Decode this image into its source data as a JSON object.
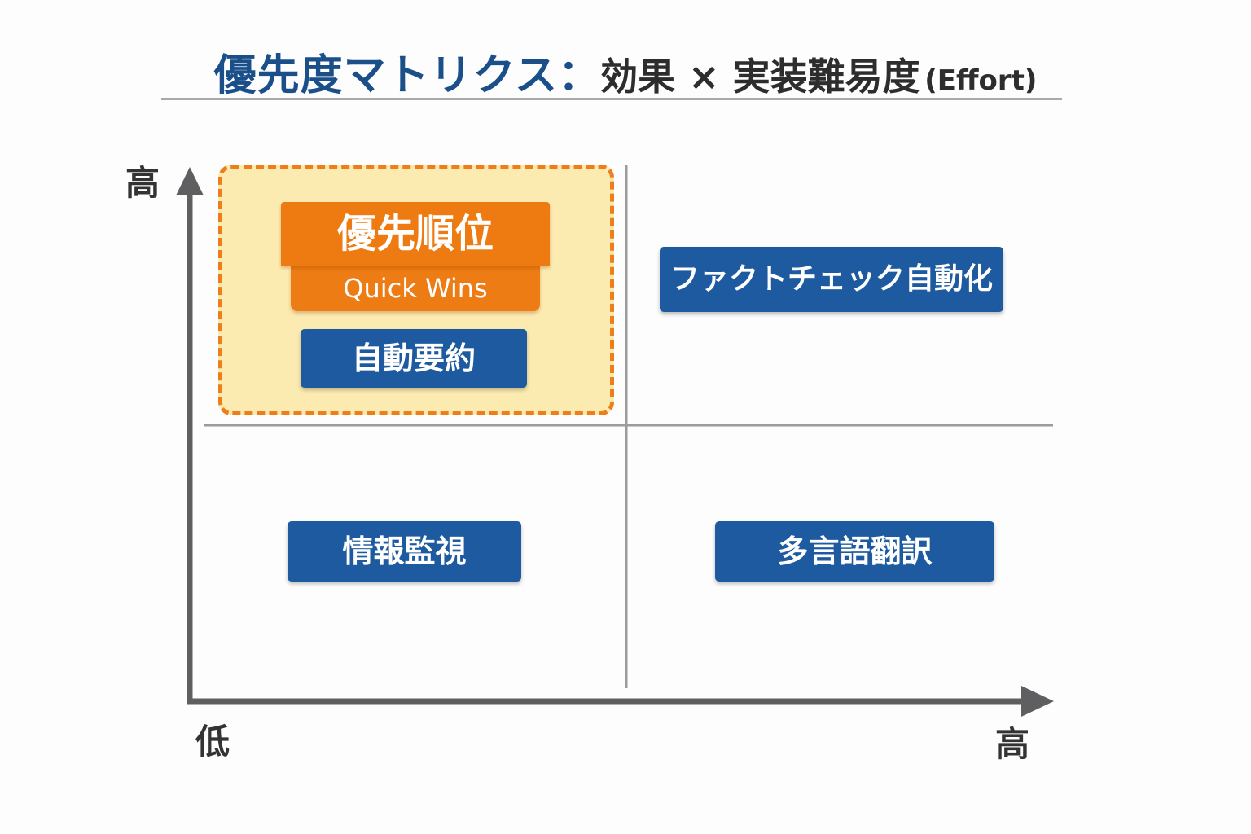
{
  "title": {
    "main": "優先度マトリクス",
    "separator": "：",
    "sub": "効果 × 実装難易度",
    "effort": "(Effort)"
  },
  "axes": {
    "y_high": "高",
    "x_low": "低",
    "x_high": "高"
  },
  "quick_wins": {
    "label": "優先順位",
    "sublabel": "Quick Wins"
  },
  "items": {
    "summary": "自動要約",
    "fact_check": "ファクトチェック自動化",
    "monitoring": "情報監視",
    "translation": "多言語翻訳"
  },
  "colors": {
    "title_blue": "#1a4f8a",
    "item_blue": "#1d5aa0",
    "accent_orange": "#ee7a12",
    "zone_yellow": "#fcebb0",
    "axis_gray": "#5f5f62"
  }
}
